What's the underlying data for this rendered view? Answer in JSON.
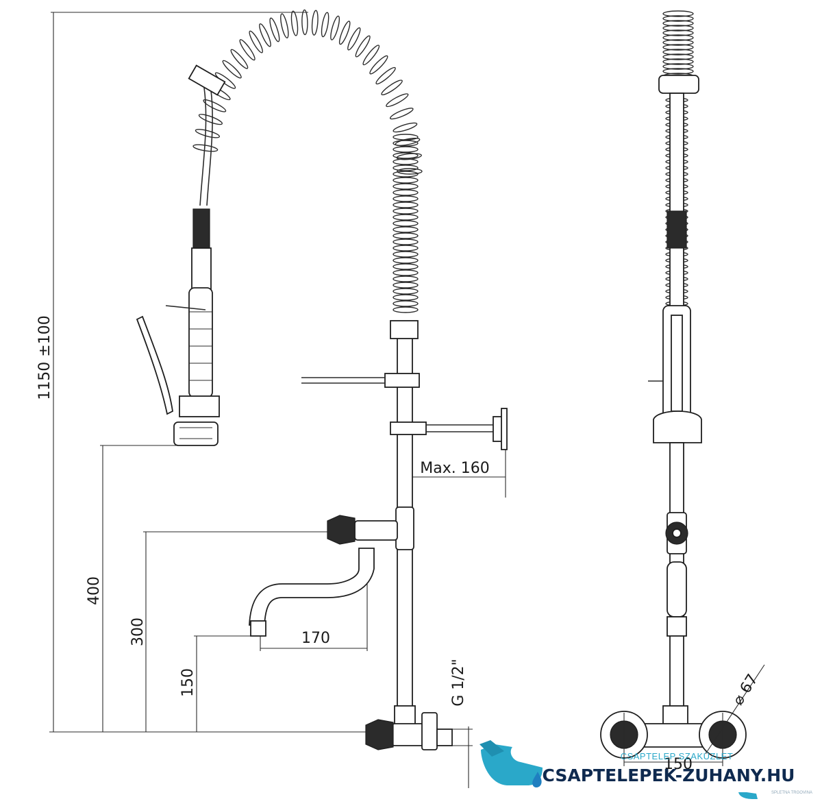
{
  "dimensions": {
    "total_height": "1150 ±100",
    "height_400": "400",
    "height_300": "300",
    "height_150": "150",
    "spout_170": "170",
    "arm_max": "Max. 160",
    "thread": "G 1/2\"",
    "spacing_150": "150",
    "diameter": "⌀ 67"
  },
  "brand": {
    "sub": "CSAPTELEP SZAKÜZLET",
    "main": "CSAPTELEPEK-ZUHANY.HU",
    "tiny": "SPLETNA TRGOVINA"
  },
  "colors": {
    "line": "#2a2a2a",
    "brand_cyan": "#2aa8c9",
    "brand_navy": "#0f2a4f"
  }
}
